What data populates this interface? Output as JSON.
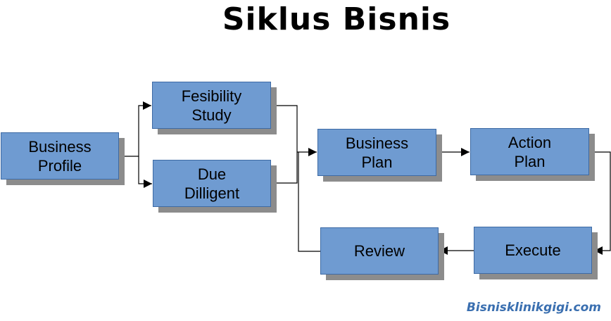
{
  "title": "Siklus Bisnis",
  "nodes": {
    "business_profile": [
      "Business",
      "Profile"
    ],
    "feasibility_study": [
      "Fesibility",
      "Study"
    ],
    "due_diligent": [
      "Due",
      "Dilligent"
    ],
    "business_plan": [
      "Business",
      "Plan"
    ],
    "action_plan": [
      "Action",
      "Plan"
    ],
    "review": [
      "Review"
    ],
    "execute": [
      "Execute"
    ]
  },
  "footer": "Bisnisklinikgigi.com",
  "colors": {
    "node_fill": "#6f9bd1",
    "node_border": "#3d6aa4",
    "shadow": "#8c8c8c",
    "footer_text": "#3a6fb0"
  }
}
